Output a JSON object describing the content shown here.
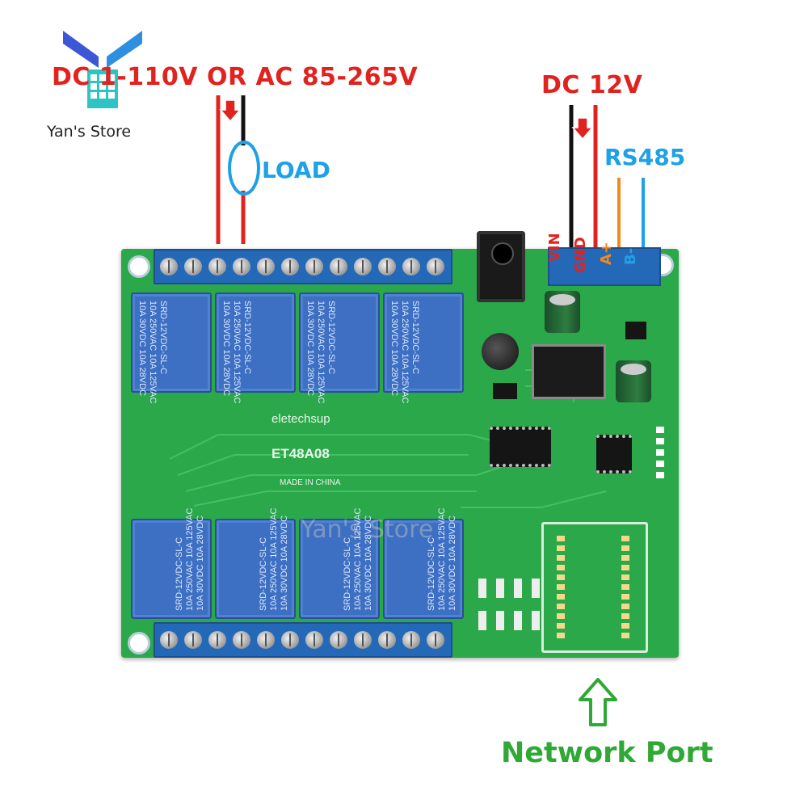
{
  "logo": {
    "text": "Yan's Store",
    "color_a": "#3b57d6",
    "color_b": "#2ec4c4"
  },
  "labels": {
    "power_input": "DC 1-110V OR AC 85-265V",
    "load": "LOAD",
    "dc12v": "DC 12V",
    "rs485": "RS485",
    "network_port": "Network Port"
  },
  "terminals": {
    "vin": "VIN",
    "gnd": "GND",
    "a": "A+",
    "b": "B-"
  },
  "board": {
    "brand": "eletechsup",
    "model": "ET48A08",
    "made_in": "MADE IN CHINA",
    "watermark": "Yan's Store",
    "pcb_color": "#2aa84a"
  },
  "relays": {
    "line1": "SRD-12VDC-SL-C",
    "line2": "10A 250VAC 10A 125VAC",
    "line3": "10A 30VDC 10A 28VDC"
  },
  "colors": {
    "wire_red": "#e0231f",
    "wire_black": "#111111",
    "wire_orange": "#f08a1e",
    "wire_blue": "#1ea1e6",
    "arrow_green": "#2fa835"
  }
}
